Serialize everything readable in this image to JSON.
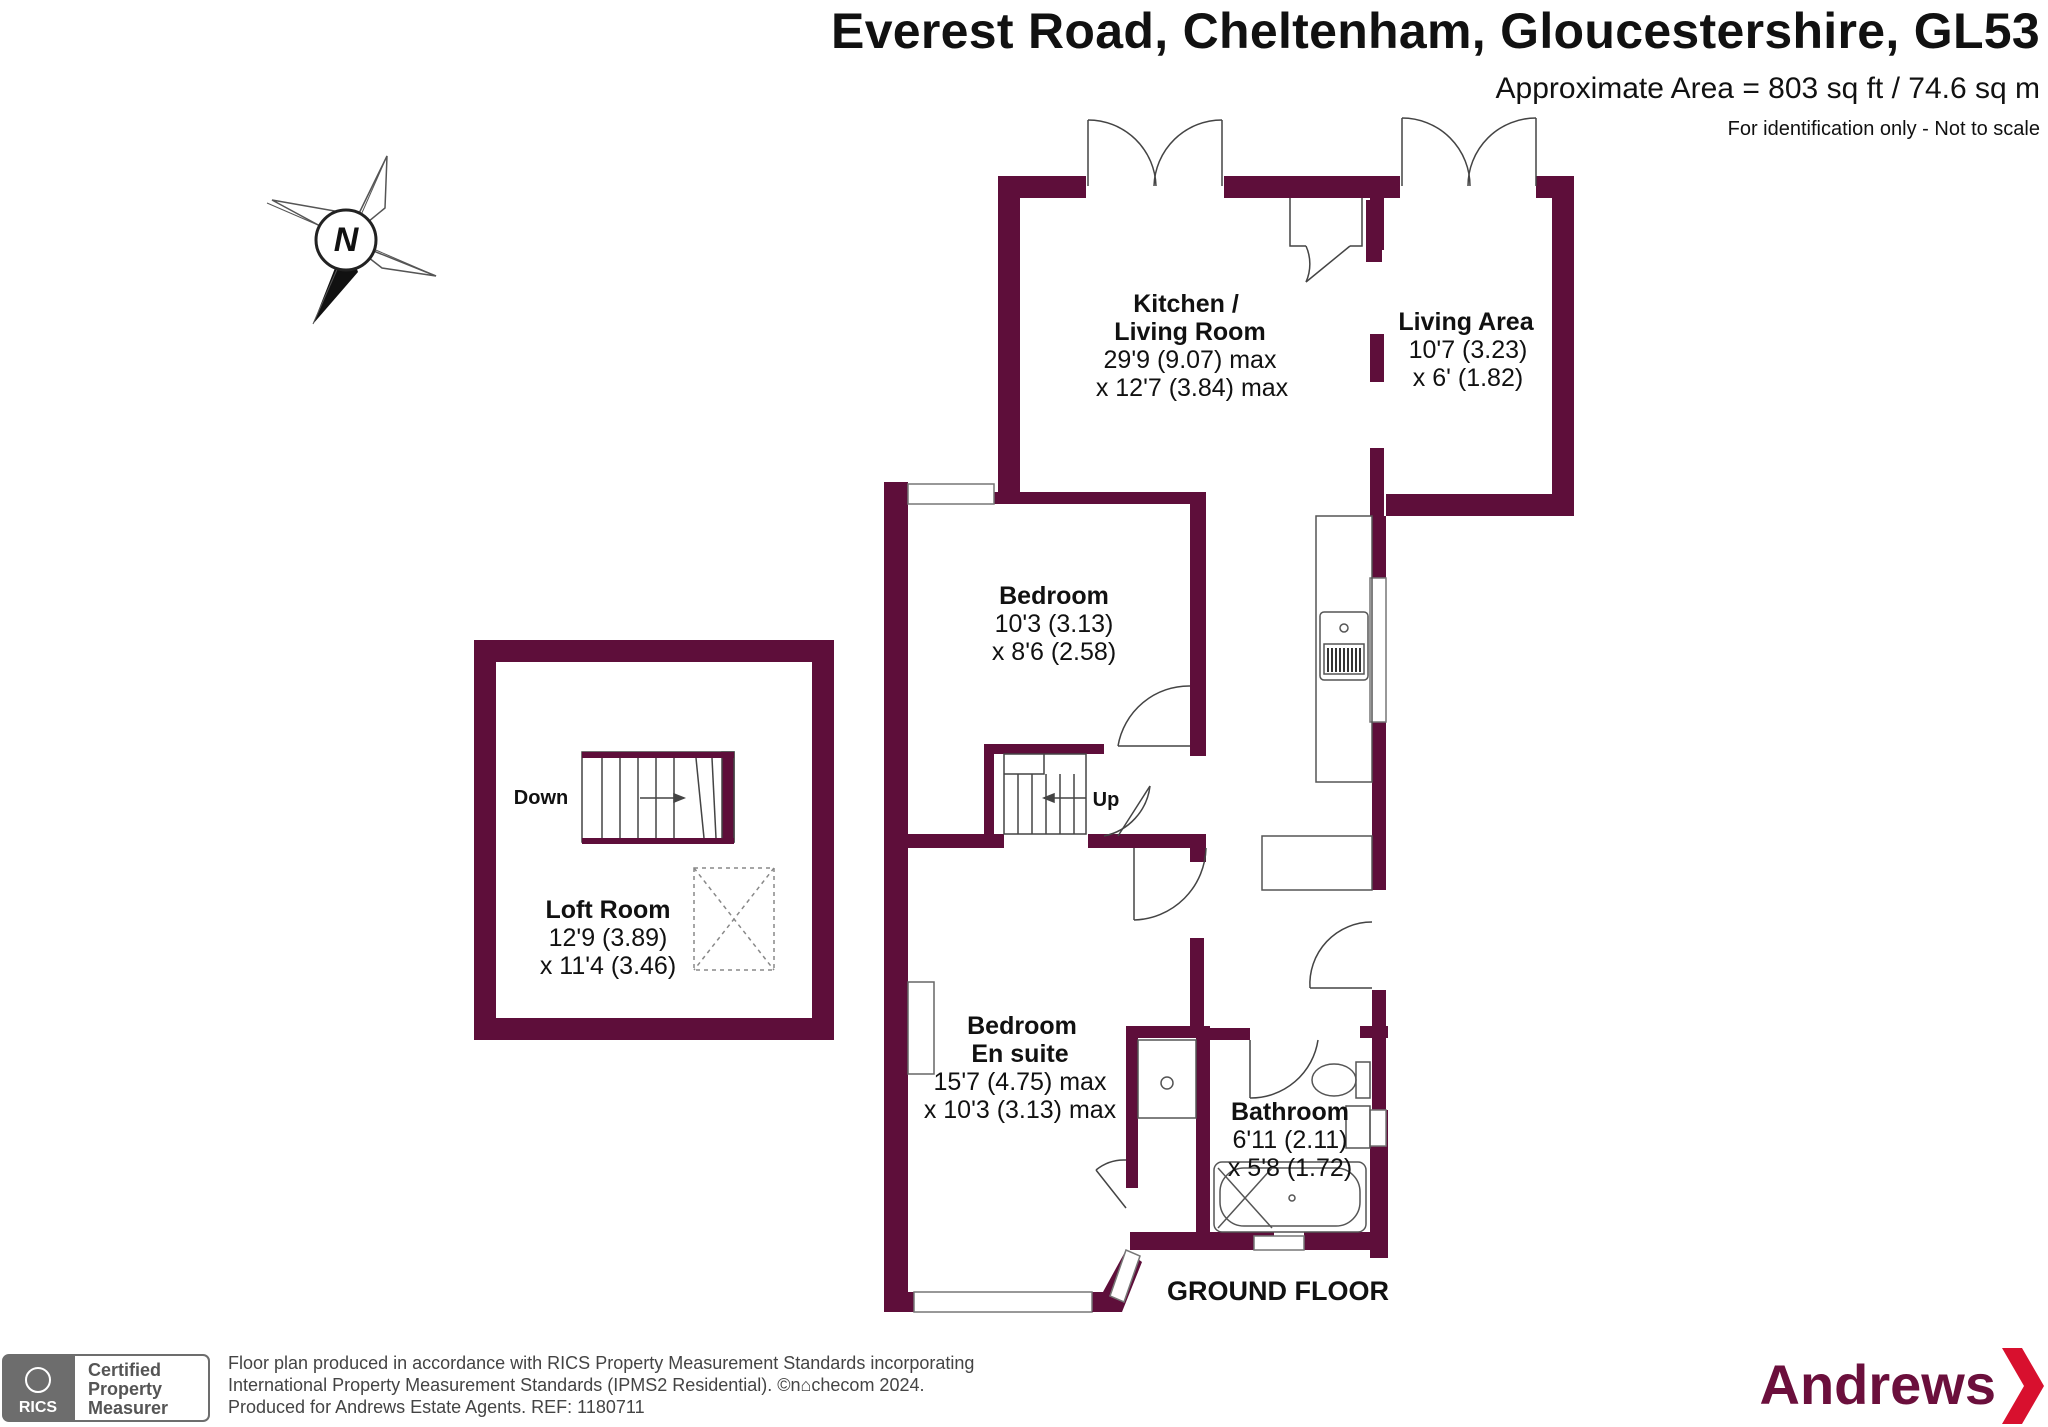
{
  "header": {
    "title": "Everest Road, Cheltenham, Gloucestershire, GL53",
    "area": "Approximate Area = 803 sq ft / 74.6 sq m",
    "note": "For identification only - Not to scale"
  },
  "compass": {
    "label": "N"
  },
  "rooms": {
    "kitchen": {
      "name1": "Kitchen /",
      "name2": "Living Room",
      "dim1": "29'9 (9.07) max",
      "dim2": "x 12'7 (3.84) max"
    },
    "living_area": {
      "name": "Living Area",
      "dim1": "10'7 (3.23)",
      "dim2": "x 6' (1.82)"
    },
    "bedroom": {
      "name": "Bedroom",
      "dim1": "10'3 (3.13)",
      "dim2": "x 8'6 (2.58)"
    },
    "bedroom_ensuite": {
      "name1": "Bedroom",
      "name2": "En suite",
      "dim1": "15'7 (4.75) max",
      "dim2": "x 10'3 (3.13) max"
    },
    "bathroom": {
      "name": "Bathroom",
      "dim1": "6'11 (2.11)",
      "dim2": "x 5'8 (1.72)"
    },
    "loft": {
      "name": "Loft Room",
      "dim1": "12'9 (3.89)",
      "dim2": "x 11'4 (3.46)"
    }
  },
  "stairs": {
    "up": "Up",
    "down": "Down"
  },
  "floor_label": "GROUND FLOOR",
  "footer": {
    "line1": "Floor plan produced in accordance with RICS Property Measurement Standards incorporating",
    "line2": "International Property Measurement Standards (IPMS2 Residential).   ©n⌂checom 2024.",
    "line3": "Produced for Andrews Estate Agents.   REF:  1180711"
  },
  "rics_badge": {
    "org": "RICS",
    "line1": "Certified",
    "line2": "Property",
    "line3": "Measurer"
  },
  "brand": {
    "name": "Andrews"
  },
  "colors": {
    "wall": "#5e0e3a",
    "brand": "#6b0f3c",
    "accent_red": "#d8102e",
    "rics_grey": "#6d6d6d"
  }
}
